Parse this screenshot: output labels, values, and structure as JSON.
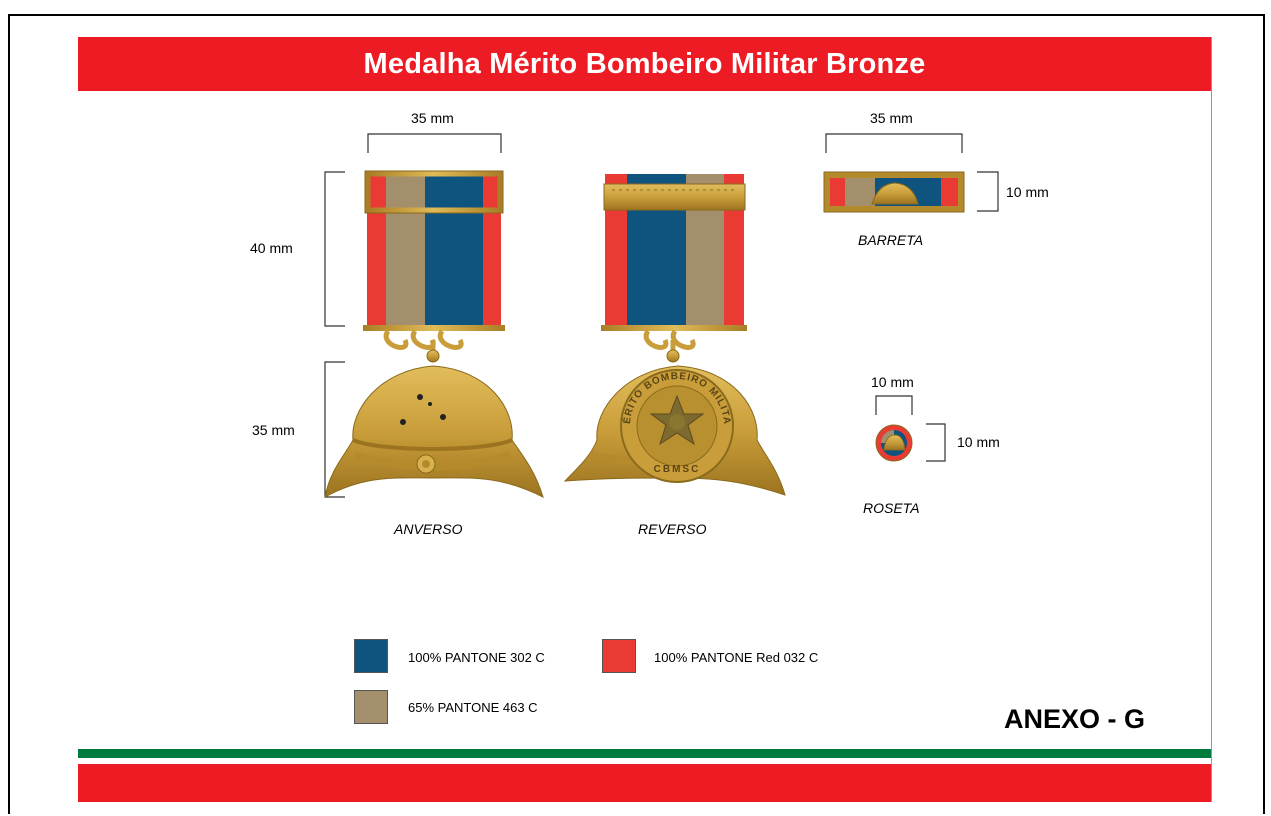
{
  "title": "Medalha Mérito Bombeiro Militar Bronze",
  "dimensions": {
    "anverso_width": "35 mm",
    "anverso_ribbon_height": "40 mm",
    "anverso_medal_height": "35 mm",
    "barreta_width": "35 mm",
    "barreta_height": "10 mm",
    "roseta_width": "10 mm",
    "roseta_height": "10 mm"
  },
  "captions": {
    "anverso": "ANVERSO",
    "reverso": "REVERSO",
    "barreta": "BARRETA",
    "roseta": "ROSETA"
  },
  "medal_inscription": {
    "ring_text": "MÉRITO BOMBEIRO MILITAR",
    "bottom_text": "CBMSC"
  },
  "legend": [
    {
      "label": "100% PANTONE 302 C",
      "color": "#0f547f"
    },
    {
      "label": "100% PANTONE Red 032 C",
      "color": "#ea3a34"
    },
    {
      "label": "65% PANTONE 463 C",
      "color": "#a38f6b"
    }
  ],
  "annex": "ANEXO - G",
  "colors": {
    "header_red": "#ed1c24",
    "stripe_green": "#007a3d",
    "gold": "#c9a03c",
    "gold_dark": "#9c7420"
  }
}
